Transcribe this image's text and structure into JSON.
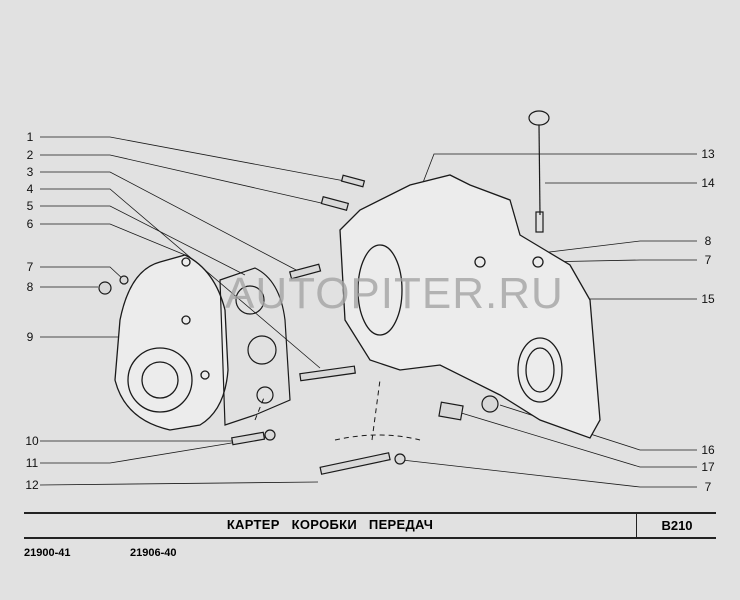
{
  "title": "КАРТЕР КОРОБКИ ПЕРЕДАЧ",
  "code": "B210",
  "models": [
    "21900-41",
    "21906-40"
  ],
  "watermark": "AUTOPITER.RU",
  "callouts_left": [
    "1",
    "2",
    "3",
    "4",
    "5",
    "6",
    "7",
    "8",
    "9",
    "10",
    "11",
    "12"
  ],
  "callouts_right": [
    "13",
    "14",
    "8",
    "7",
    "15",
    "16",
    "17",
    "7"
  ]
}
